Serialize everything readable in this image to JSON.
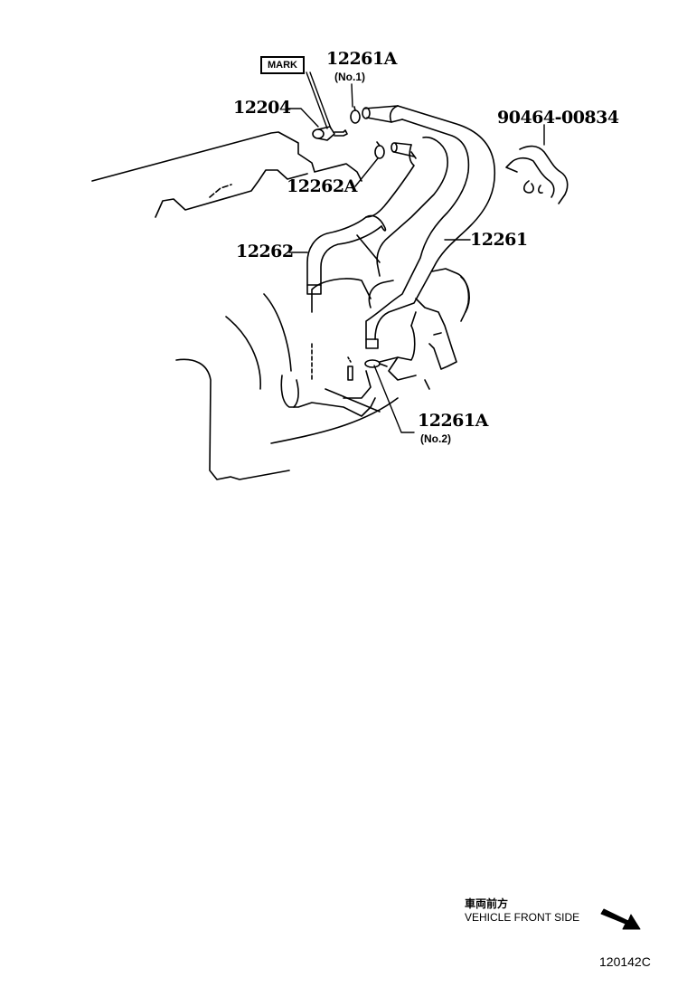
{
  "diagram": {
    "type": "exploded parts diagram",
    "subject": "Engine water bypass hoses",
    "callouts": [
      {
        "id": "12261A_no1",
        "part_number": "12261A",
        "note": "(No.1)"
      },
      {
        "id": "12204",
        "part_number": "12204",
        "note": ""
      },
      {
        "id": "12262A",
        "part_number": "12262A",
        "note": ""
      },
      {
        "id": "12262",
        "part_number": "12262",
        "note": ""
      },
      {
        "id": "12261",
        "part_number": "12261",
        "note": ""
      },
      {
        "id": "90464-00834",
        "part_number": "90464-00834",
        "note": ""
      },
      {
        "id": "12261A_no2",
        "part_number": "12261A",
        "note": "(No.2)"
      }
    ],
    "mark_label": "MARK"
  },
  "legend": {
    "japanese": "車両前方",
    "english": "VEHICLE FRONT SIDE",
    "arrow": "arrow-down-right-icon"
  },
  "reference_code": "120142C"
}
